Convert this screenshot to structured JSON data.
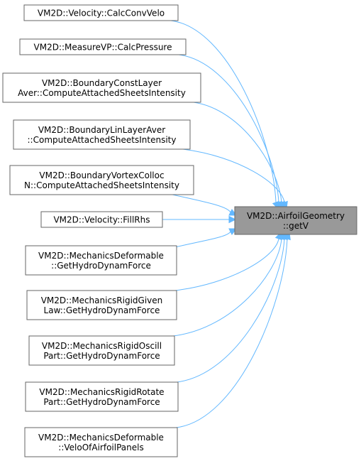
{
  "target": {
    "id": "getV",
    "lines": [
      "VM2D::AirfoilGeometry",
      "::getV"
    ]
  },
  "callers": [
    {
      "id": "calcconvvelo",
      "lines": [
        "VM2D::Velocity::CalcConvVelo"
      ]
    },
    {
      "id": "calcpressure",
      "lines": [
        "VM2D::MeasureVP::CalcPressure"
      ]
    },
    {
      "id": "bcl-compute",
      "lines": [
        "VM2D::BoundaryConstLayer",
        "Aver::ComputeAttachedSheetsIntensity"
      ]
    },
    {
      "id": "bll-compute",
      "lines": [
        "VM2D::BoundaryLinLayerAver",
        "::ComputeAttachedSheetsIntensity"
      ]
    },
    {
      "id": "bvc-compute",
      "lines": [
        "VM2D::BoundaryVortexColloc",
        "N::ComputeAttachedSheetsIntensity"
      ]
    },
    {
      "id": "fillrhs",
      "lines": [
        "VM2D::Velocity::FillRhs"
      ]
    },
    {
      "id": "md-hydro",
      "lines": [
        "VM2D::MechanicsDeformable",
        "::GetHydroDynamForce"
      ]
    },
    {
      "id": "mrg-hydro",
      "lines": [
        "VM2D::MechanicsRigidGiven",
        "Law::GetHydroDynamForce"
      ]
    },
    {
      "id": "mro-hydro",
      "lines": [
        "VM2D::MechanicsRigidOscill",
        "Part::GetHydroDynamForce"
      ]
    },
    {
      "id": "mrr-hydro",
      "lines": [
        "VM2D::MechanicsRigidRotate",
        "Part::GetHydroDynamForce"
      ]
    },
    {
      "id": "md-velo",
      "lines": [
        "VM2D::MechanicsDeformable",
        "::VeloOfAirfoilPanels"
      ]
    }
  ],
  "colors": {
    "edge": "#63b8ff",
    "target_fill": "#999999",
    "node_border": "#666666"
  }
}
